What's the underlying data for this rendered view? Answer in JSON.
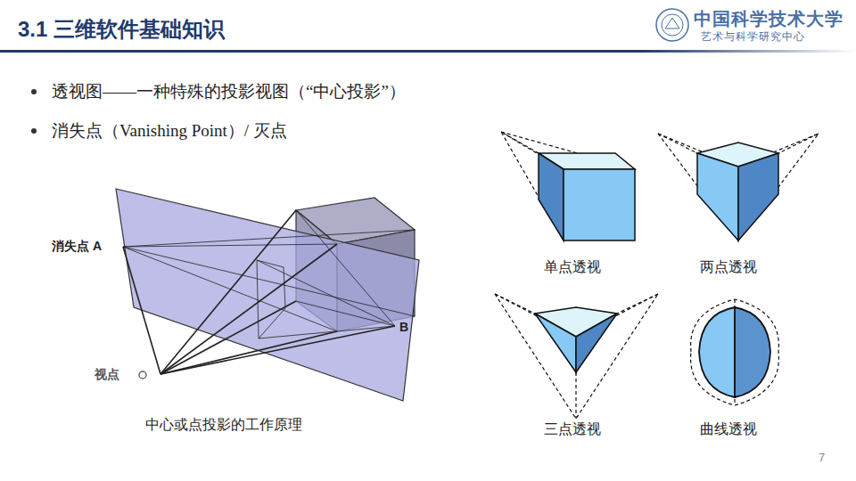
{
  "diagram": {
    "title": "3.1 三维软件基础知识",
    "caption": "中心或点投影的工作原理",
    "labels": [
      "中国科学技术大学",
      "艺术与科学研究中心",
      "透视图——一种特殊的投影视图（“中心投影”）",
      "消失点（Vanishing Point）/ 灭点",
      "消失点 A",
      "B",
      "视点",
      "单点透视",
      "两点透视",
      "三点透视",
      "曲线透视",
      "7"
    ]
  }
}
